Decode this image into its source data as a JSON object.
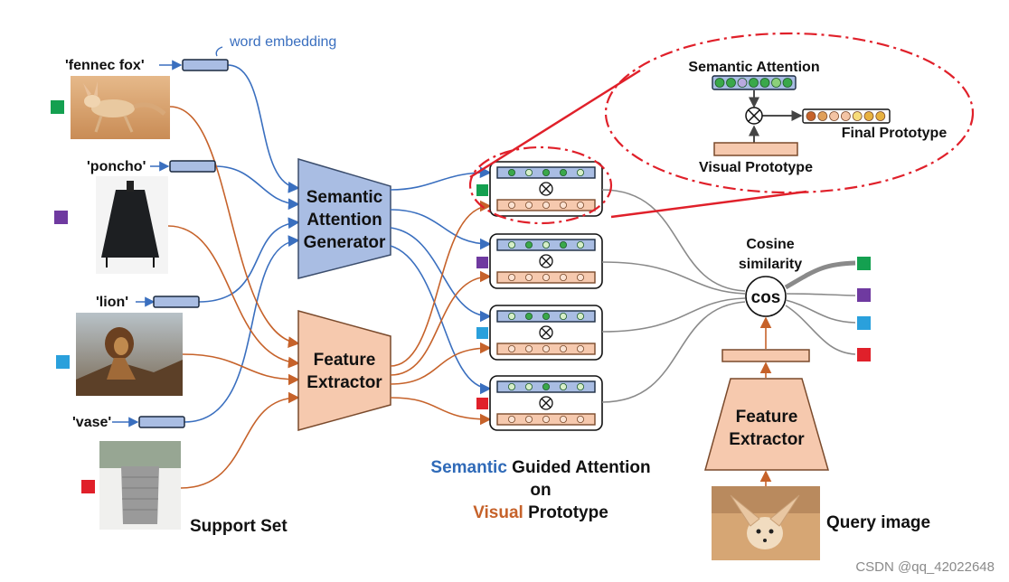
{
  "word_embedding_label": "word embedding",
  "support_items": [
    {
      "word": "'fennec fox'",
      "color": "#14a050"
    },
    {
      "word": "'poncho'",
      "color": "#6f3aa0"
    },
    {
      "word": "'lion'",
      "color": "#2aa0dc"
    },
    {
      "word": "'vase'",
      "color": "#e0202a"
    }
  ],
  "support_set_label": "Support Set",
  "sag_label": [
    "Semantic",
    "Attention",
    "Generator"
  ],
  "fe_label": [
    "Feature",
    "Extractor"
  ],
  "caption": {
    "line1_colored": "Semantic",
    "line1_rest": " Guided Attention",
    "line2": "on",
    "line3_colored": "Visual",
    "line3_rest": " Prototype"
  },
  "zoom": {
    "semantic_attention": "Semantic Attention",
    "final_prototype": "Final Prototype",
    "visual_prototype": "Visual Prototype"
  },
  "cosine_label": [
    "Cosine",
    "similarity"
  ],
  "cos_text": "cos",
  "query_fe_label": [
    "Feature",
    "Extractor"
  ],
  "query_label": "Query image",
  "watermark": "CSDN @qq_42022648",
  "colors": {
    "blue_line": "#3a6fbf",
    "orange_line": "#c6622a",
    "blue_fill": "#a9bde3",
    "orange_fill": "#f6c9ae",
    "red_ellipse": "#e0202a"
  }
}
